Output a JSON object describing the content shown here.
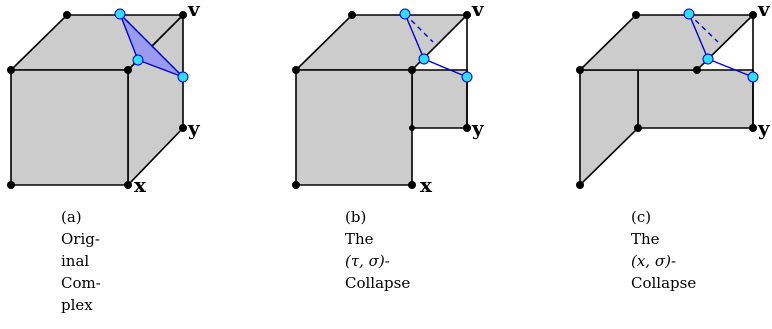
{
  "panels": [
    {
      "vertex_labels": {
        "v": "v",
        "y": "y",
        "x": "x"
      },
      "caption_lines": [
        "(a)",
        "Orig-",
        "inal",
        "Com-",
        "plex"
      ]
    },
    {
      "vertex_labels": {
        "v": "v",
        "y": "y",
        "x": "x"
      },
      "caption_lines": [
        "(b)",
        "The",
        "(τ, σ)-",
        "Collapse"
      ]
    },
    {
      "vertex_labels": {
        "v": "v",
        "y": "y"
      },
      "caption_lines": [
        "(c)",
        "The",
        "(x, σ)-",
        "Collapse"
      ]
    }
  ],
  "colors": {
    "face": "#cccccc",
    "edge": "#000000",
    "highlight_edge": "#0000cc",
    "highlight_fill": "#9a9af0",
    "highlight_vertex": "#33ddff"
  }
}
